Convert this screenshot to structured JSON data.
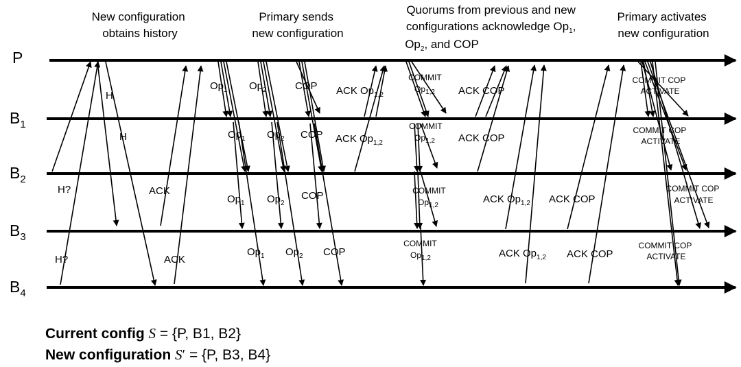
{
  "phases": [
    [
      "New configuration",
      "obtains history"
    ],
    [
      "Primary sends",
      "new configuration"
    ],
    [
      "Quorums from previous and new",
      "configurations acknowledge Op",
      "1",
      ",",
      "Op",
      "2",
      ", and COP"
    ],
    [
      "Primary activates",
      "new configuration"
    ]
  ],
  "lanes": [
    {
      "name": "P",
      "sub": ""
    },
    {
      "name": "B",
      "sub": "1"
    },
    {
      "name": "B",
      "sub": "2"
    },
    {
      "name": "B",
      "sub": "3"
    },
    {
      "name": "B",
      "sub": "4"
    }
  ],
  "labels": {
    "h_query": "H?",
    "h": "H",
    "ack": "ACK",
    "op": "Op",
    "op1_sub": "1",
    "op2_sub": "2",
    "cop": "COP",
    "ack_op": "ACK Op",
    "op12_sub": "1,2",
    "ack_cop": "ACK COP",
    "commit": "COMMIT",
    "commit_cop": "COMMIT COP",
    "activate": "ACTIVATE"
  },
  "legend": {
    "current_bold": "Current config",
    "current_sym": "S",
    "current_eq": " = {P, B1, B2}",
    "new_bold": "New configuration",
    "new_sym": "S",
    "new_prime": "′",
    "new_eq": " = {P, B3, B4}"
  }
}
